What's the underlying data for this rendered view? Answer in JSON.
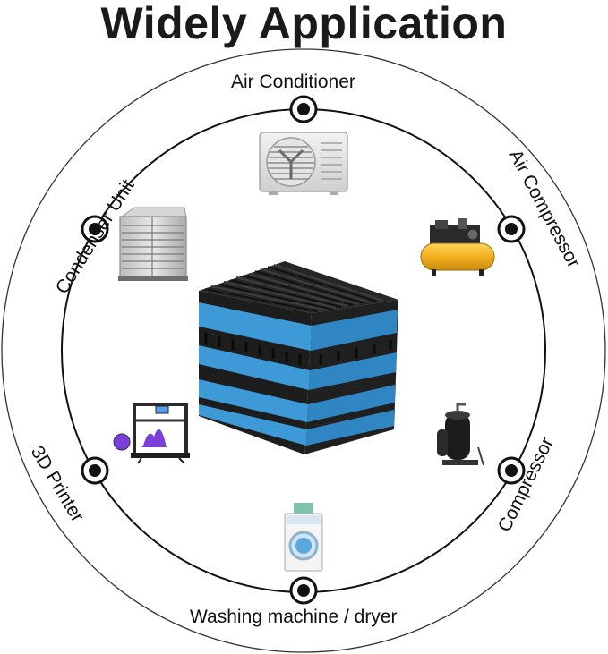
{
  "title": "Widely Application",
  "applications": {
    "air_conditioner": "Air Conditioner",
    "air_compressor": "Air Compressor",
    "compressor": "Compressor",
    "washing_machine": "Washing machine / dryer",
    "printer_3d": "3D Printer",
    "condenser_unit": "Condenser Unit"
  },
  "colors": {
    "pad_blue": "#3d9ad6",
    "pad_black": "#1c1c1c",
    "ring": "#111111",
    "compressor_yellow": "#f2b01e"
  }
}
